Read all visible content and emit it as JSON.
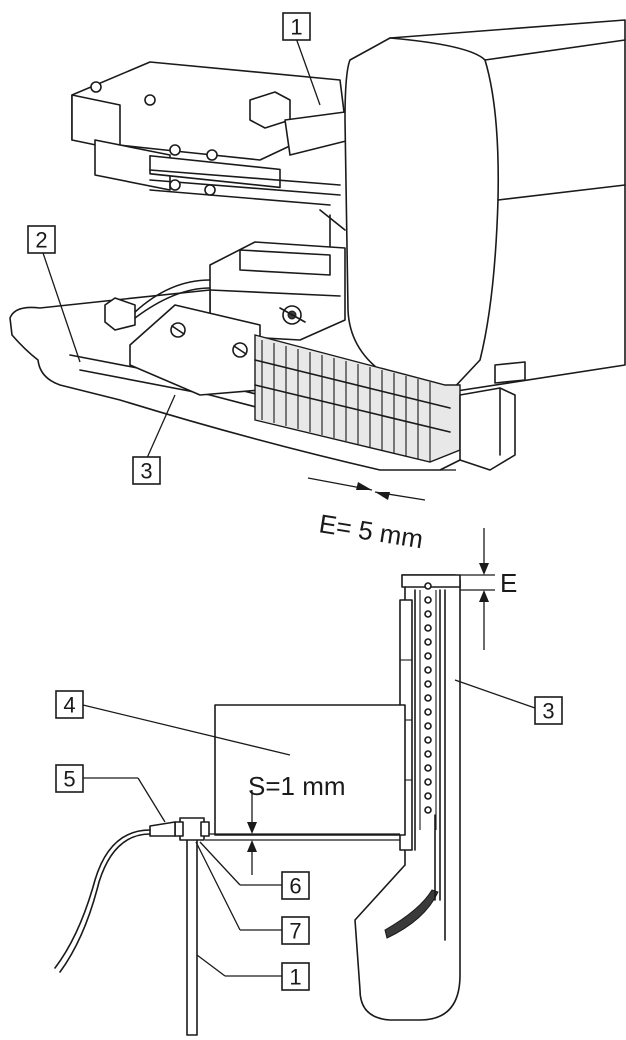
{
  "callouts": {
    "top_1": "1",
    "top_2": "2",
    "top_3": "3",
    "bottom_3": "3",
    "bottom_4": "4",
    "bottom_5": "5",
    "bottom_6": "6",
    "bottom_7": "7",
    "bottom_1": "1"
  },
  "dimensions": {
    "e_value": "E= 5 mm",
    "e_label": "E",
    "s_value": "S=1 mm"
  }
}
